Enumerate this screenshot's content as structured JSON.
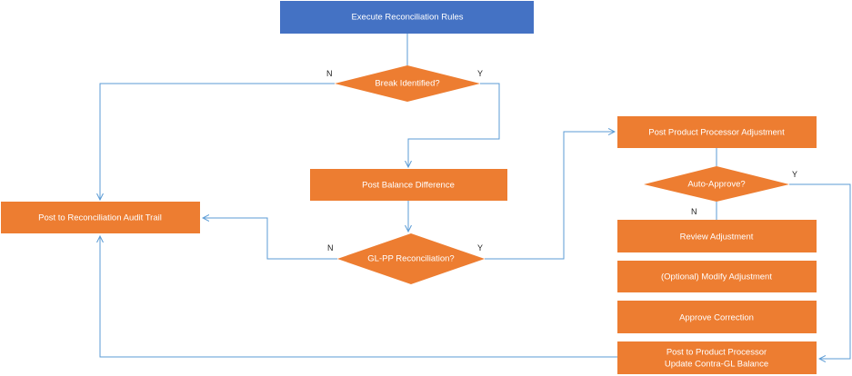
{
  "colors": {
    "start_fill": "#4472c4",
    "process_fill": "#ed7d31",
    "connector": "#5b9bd5",
    "label_text": "#222222"
  },
  "nodes": {
    "execute_rules": "Execute Reconciliation Rules",
    "break_identified": "Break Identified?",
    "post_balance_difference": "Post Balance Difference",
    "audit_trail": "Post to Reconciliation Audit Trail",
    "glpp_reconciliation": "GL-PP Reconciliation?",
    "post_pp_adjustment": "Post Product Processor Adjustment",
    "auto_approve": "Auto-Approve?",
    "review_adjustment": "Review Adjustment",
    "modify_adjustment": "(Optional) Modify Adjustment",
    "approve_correction": "Approve Correction",
    "post_to_pp_line1": "Post to Product Processor",
    "post_to_pp_line2": "Update Contra-GL Balance"
  },
  "edge_labels": {
    "break_no": "N",
    "break_yes": "Y",
    "glpp_no": "N",
    "glpp_yes": "Y",
    "auto_no": "N",
    "auto_yes": "Y"
  }
}
